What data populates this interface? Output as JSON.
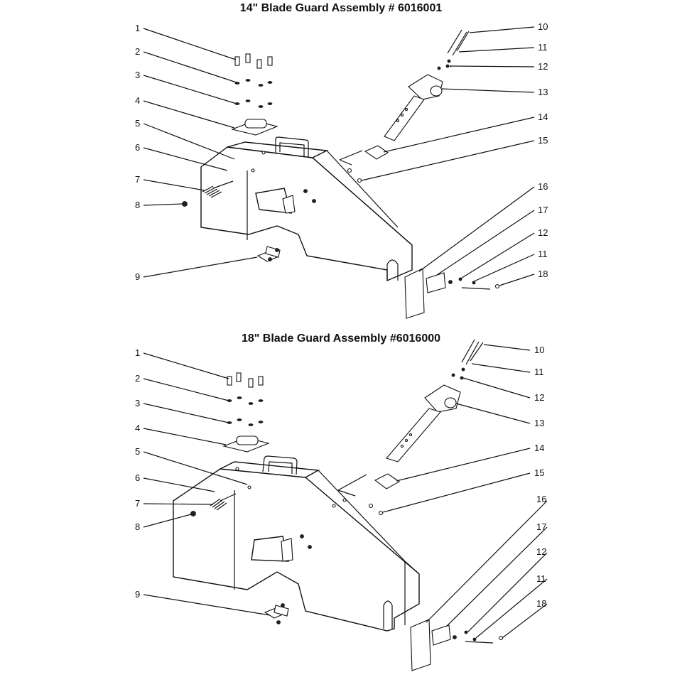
{
  "diagrams": [
    {
      "title": "14\" Blade Guard Assembly # 6016001",
      "callouts_left": [
        "1",
        "2",
        "3",
        "4",
        "5",
        "6",
        "7",
        "8",
        "9"
      ],
      "callouts_right": [
        "10",
        "11",
        "12",
        "13",
        "14",
        "15",
        "16",
        "17",
        "12",
        "11",
        "18"
      ]
    },
    {
      "title": "18\" Blade Guard Assembly #6016000",
      "callouts_left": [
        "1",
        "2",
        "3",
        "4",
        "5",
        "6",
        "7",
        "8",
        "9"
      ],
      "callouts_right": [
        "10",
        "11",
        "12",
        "13",
        "14",
        "15",
        "16",
        "17",
        "12",
        "11",
        "18"
      ]
    }
  ]
}
